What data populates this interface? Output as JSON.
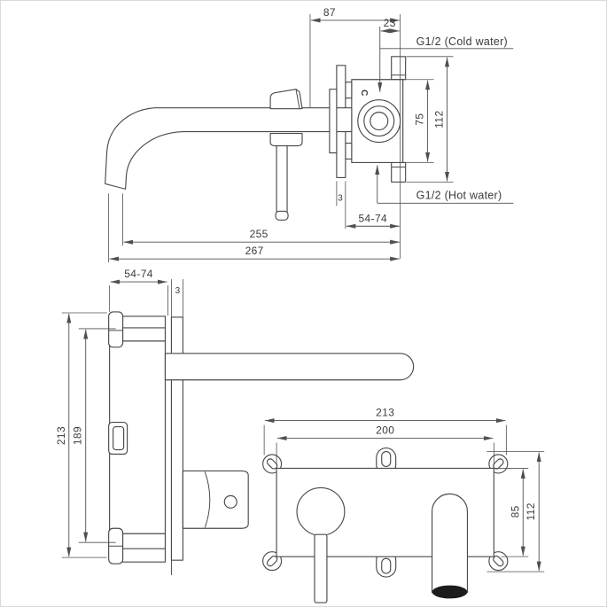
{
  "drawing_colors": {
    "line": "#4a4a4a",
    "text": "#3a3a3a",
    "background": "#ffffff",
    "spout_end_fill": "#1c1c1c",
    "border": "#d9d9d9"
  },
  "views": {
    "top": {
      "dims": {
        "d87": "87",
        "d23": "23",
        "d75": "75",
        "d112": "112",
        "d3": "3",
        "d54_74": "54-74",
        "d255": "255",
        "d267": "267"
      },
      "labels": {
        "cold": "G1/2 (Cold water)",
        "hot": "G1/2 (Hot water)",
        "valve_marking": "C"
      }
    },
    "side": {
      "dims": {
        "d54_74": "54-74",
        "d3": "3",
        "d213": "213",
        "d189": "189"
      }
    },
    "front": {
      "dims": {
        "d213": "213",
        "d200": "200",
        "d85": "85",
        "d112": "112"
      }
    }
  }
}
